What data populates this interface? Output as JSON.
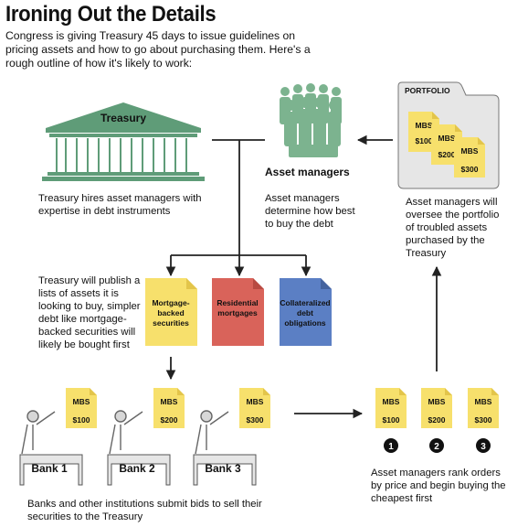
{
  "title": "Ironing Out the Details",
  "intro": "Congress is giving Treasury 45 days to issue guidelines on pricing assets and how to go about purchasing them. Here's a rough outline of how it's likely to work:",
  "treasury": {
    "label": "Treasury",
    "caption_line1": "Treasury hires asset managers with",
    "caption_line2": "expertise in debt instruments"
  },
  "asset_managers": {
    "label": "Asset managers",
    "caption_line1": "Asset managers",
    "caption_line2": "determine how best",
    "caption_line3": "to buy the debt"
  },
  "portfolio": {
    "tab_label": "PORTFOLIO",
    "notes": [
      {
        "type": "MBS",
        "amount": "$100"
      },
      {
        "type": "MBS",
        "amount": "$200"
      },
      {
        "type": "MBS",
        "amount": "$300"
      }
    ],
    "caption_lines": [
      "Asset managers will",
      "oversee the portfolio",
      "of troubled assets",
      "purchased by the",
      "Treasury"
    ]
  },
  "publish": {
    "caption_lines": [
      "Treasury will publish a",
      "lists of assets it is",
      "looking to buy, simpler",
      "debt like mortgage-",
      "backed securities will",
      "likely be bought first"
    ]
  },
  "asset_types": [
    {
      "lines": [
        "Mortgage-",
        "backed",
        "securities"
      ],
      "color": "#f7e06c"
    },
    {
      "lines": [
        "Residential",
        "mortgages"
      ],
      "color": "#d9635a"
    },
    {
      "lines": [
        "Collateralized",
        "debt",
        "obligations"
      ],
      "color": "#5b7fc4"
    }
  ],
  "banks": [
    {
      "label": "Bank 1",
      "bid_type": "MBS",
      "bid_amount": "$100"
    },
    {
      "label": "Bank 2",
      "bid_type": "MBS",
      "bid_amount": "$200"
    },
    {
      "label": "Bank 3",
      "bid_type": "MBS",
      "bid_amount": "$300"
    }
  ],
  "banks_caption": {
    "line1": "Banks and other institutions submit bids to sell their",
    "line2": "securities to the Treasury"
  },
  "ranked": [
    {
      "type": "MBS",
      "amount": "$100",
      "rank": "1"
    },
    {
      "type": "MBS",
      "amount": "$200",
      "rank": "2"
    },
    {
      "type": "MBS",
      "amount": "$300",
      "rank": "3"
    }
  ],
  "rank_caption": {
    "line1": "Asset managers rank orders",
    "line2": "by price and begin buying the",
    "line3": "cheapest first"
  },
  "colors": {
    "note_yellow": "#f7e06c",
    "note_fold": "#e3c54a",
    "building_green": "#5f9c78",
    "people_green": "#7cb38f",
    "gray_fill": "#e6e6e6",
    "line": "#222222"
  }
}
